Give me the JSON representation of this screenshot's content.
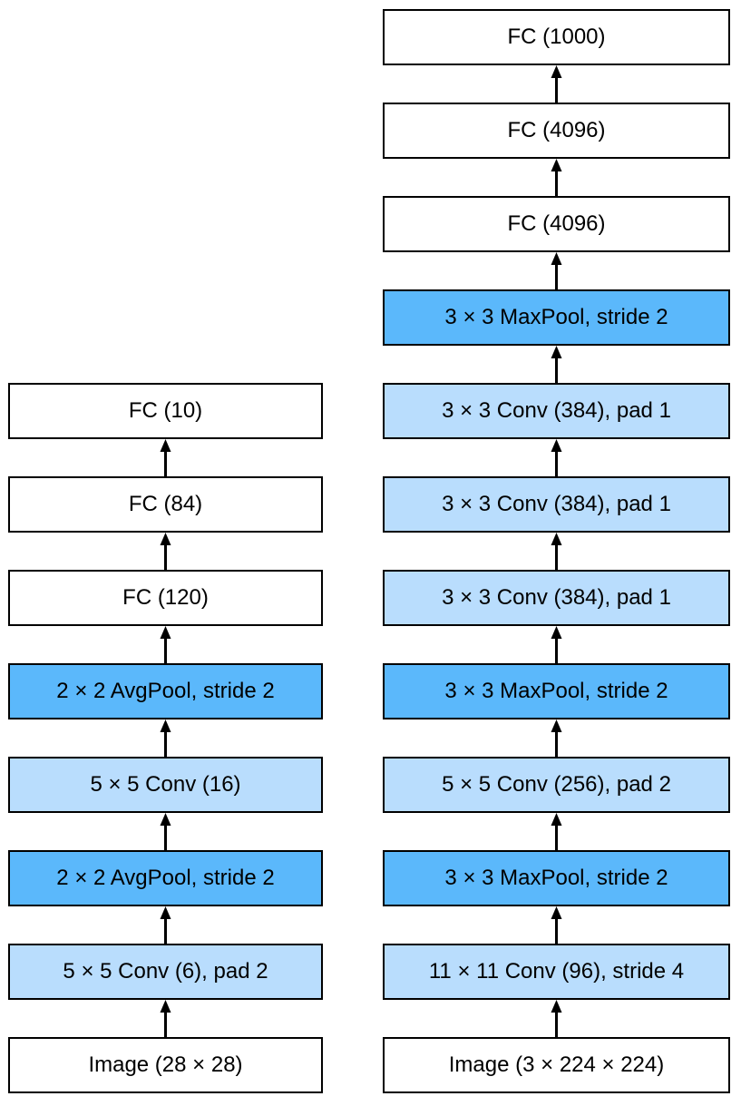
{
  "colors": {
    "fully_connected": "#ffffff",
    "convolution": "#b9ddfd",
    "pooling": "#5bb8fb",
    "border": "#000000",
    "arrow": "#000000"
  },
  "lenet": {
    "layers": [
      {
        "label": "Image (28 × 28)",
        "kind": "input"
      },
      {
        "label": "5 × 5 Conv (6), pad 2",
        "kind": "conv"
      },
      {
        "label": "2 × 2 AvgPool, stride 2",
        "kind": "pool"
      },
      {
        "label": "5 × 5 Conv (16)",
        "kind": "conv"
      },
      {
        "label": "2 × 2 AvgPool, stride 2",
        "kind": "pool"
      },
      {
        "label": "FC (120)",
        "kind": "fc"
      },
      {
        "label": "FC (84)",
        "kind": "fc"
      },
      {
        "label": "FC (10)",
        "kind": "fc"
      }
    ]
  },
  "alexnet": {
    "layers": [
      {
        "label": "Image (3 × 224 × 224)",
        "kind": "input"
      },
      {
        "label": "11 × 11 Conv (96), stride 4",
        "kind": "conv"
      },
      {
        "label": "3 × 3 MaxPool, stride 2",
        "kind": "pool"
      },
      {
        "label": "5 × 5 Conv (256), pad 2",
        "kind": "conv"
      },
      {
        "label": "3 × 3 MaxPool, stride 2",
        "kind": "pool"
      },
      {
        "label": "3 × 3 Conv (384), pad 1",
        "kind": "conv"
      },
      {
        "label": "3 × 3 Conv (384), pad 1",
        "kind": "conv"
      },
      {
        "label": "3 × 3 Conv (384), pad 1",
        "kind": "conv"
      },
      {
        "label": "3 × 3 MaxPool, stride 2",
        "kind": "pool"
      },
      {
        "label": "FC (4096)",
        "kind": "fc"
      },
      {
        "label": "FC (4096)",
        "kind": "fc"
      },
      {
        "label": "FC (1000)",
        "kind": "fc"
      }
    ]
  }
}
